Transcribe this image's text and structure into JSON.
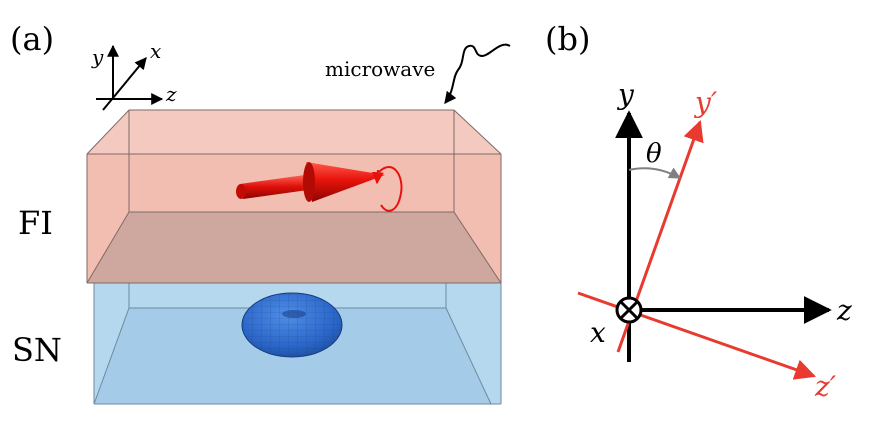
{
  "panel_a": {
    "label": "(a)",
    "axes": {
      "x": "x",
      "y": "y",
      "z": "z"
    },
    "microwave_label": "microwave",
    "fi_label": "FI",
    "sn_label": "SN",
    "colors": {
      "fi": "#f3b9ad",
      "sn": "#a9d1ec",
      "arrow": "#e8120c",
      "ellipsoid": "#2f6fd1"
    }
  },
  "panel_b": {
    "label": "(b)",
    "y_label": "y",
    "y_prime_label": "y′",
    "z_label": "z",
    "z_prime_label": "z′",
    "x_label": "x",
    "theta_label": "θ",
    "colors": {
      "axes": "#000000",
      "rotated": "#e83a2e",
      "theta_arc": "#808080"
    }
  }
}
